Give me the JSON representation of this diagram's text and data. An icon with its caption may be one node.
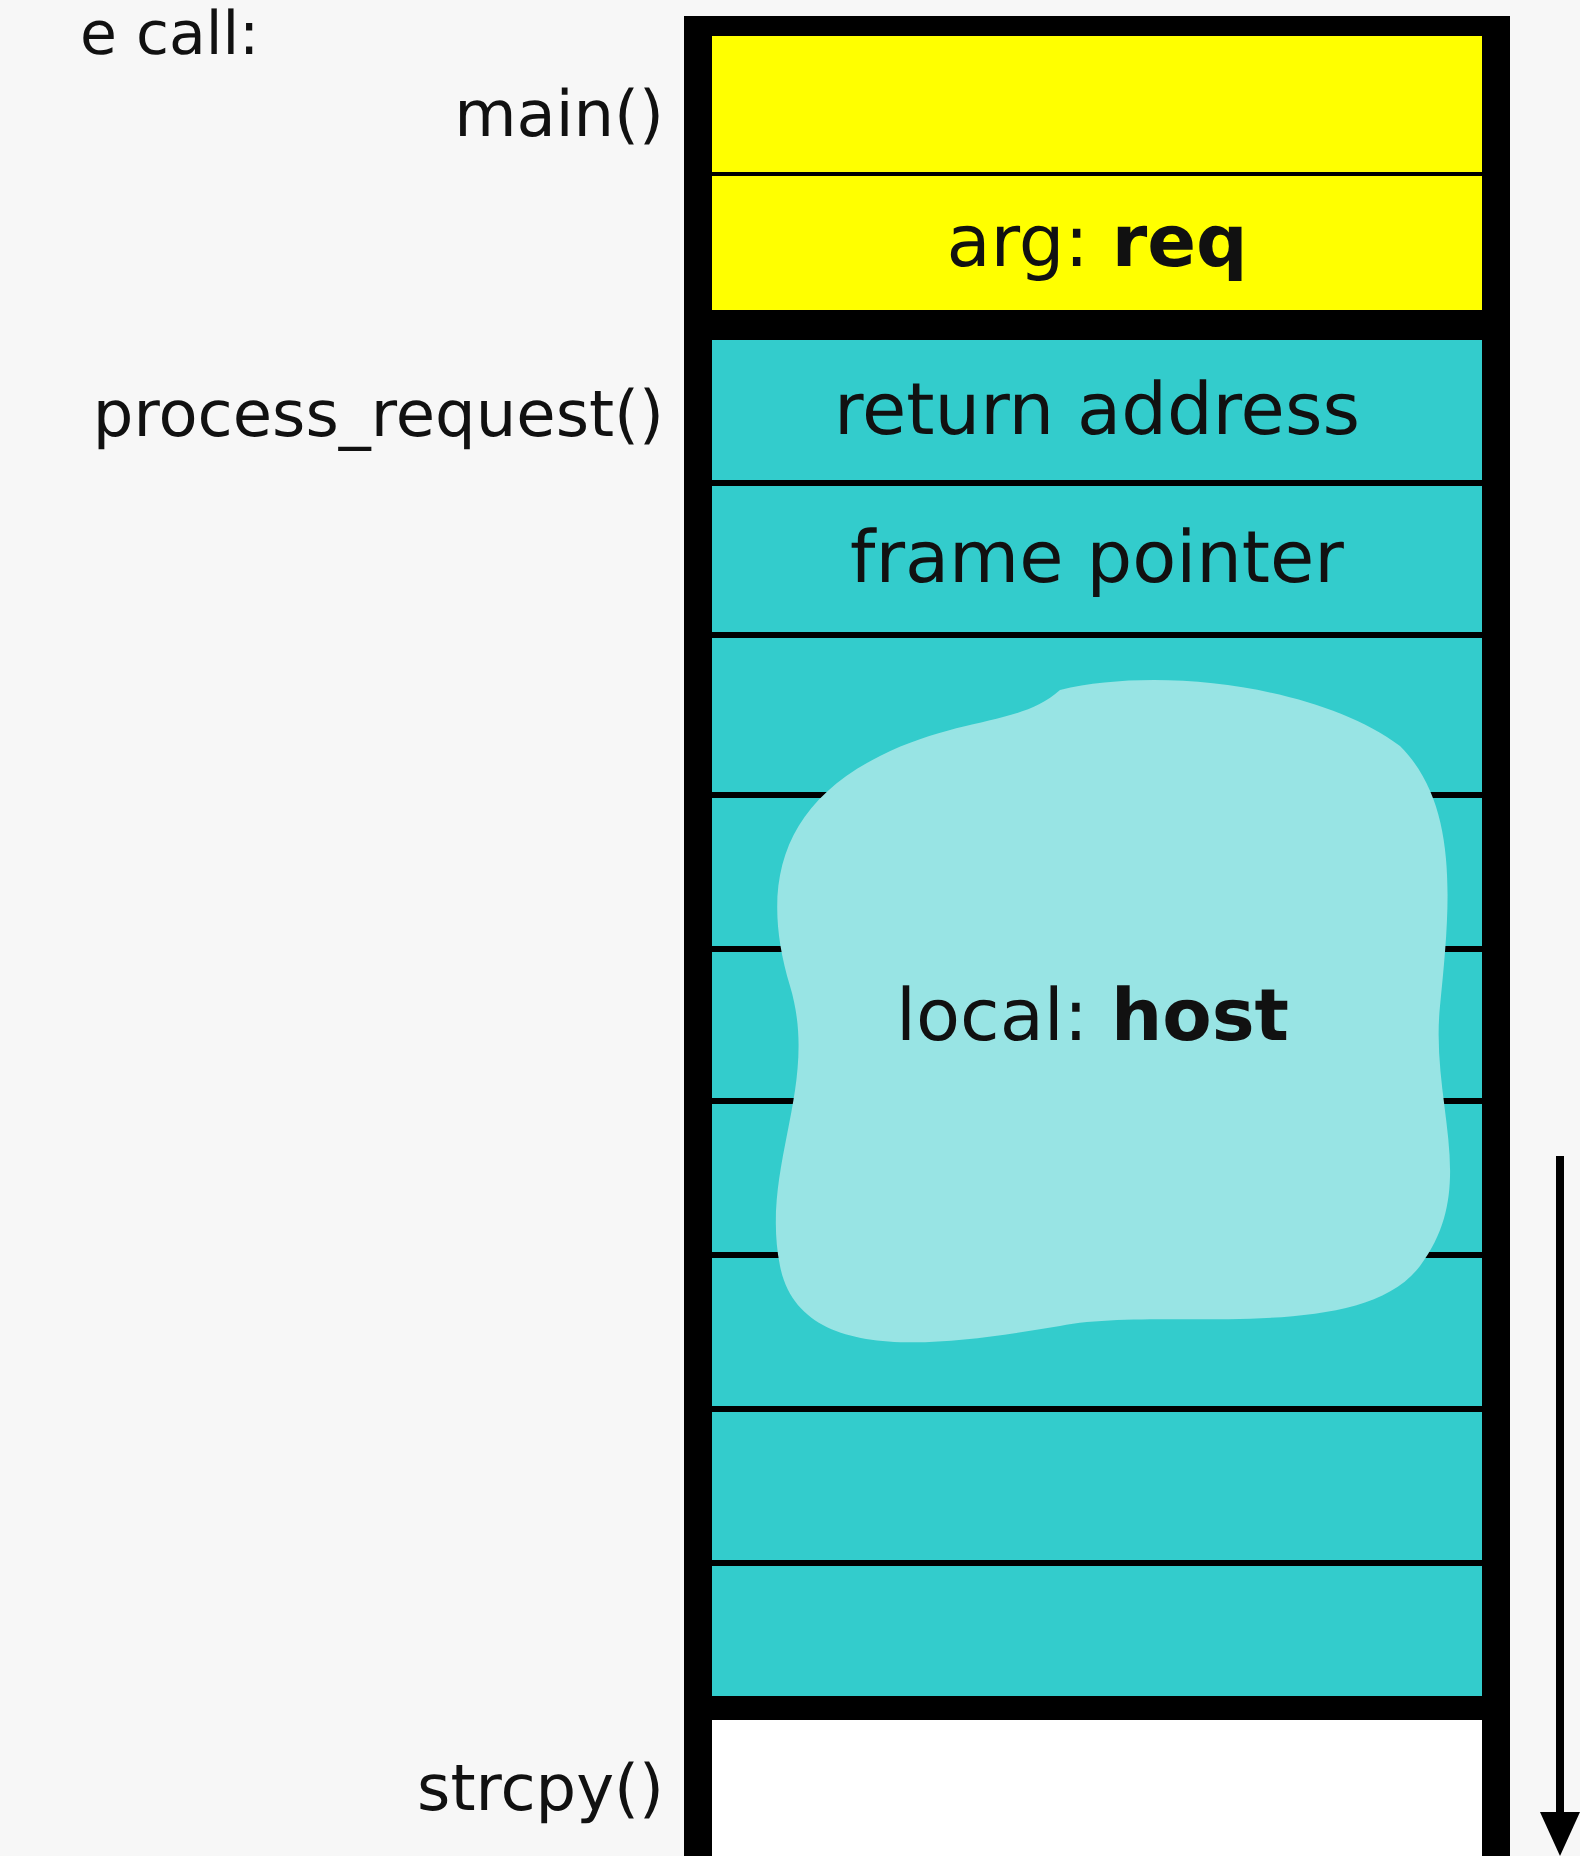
{
  "diagram": {
    "title": "e call:",
    "nodes": [
      {
        "text": [],
        "shape": "box"
      },
      {
        "text": [
          "arg: **req**"
        ]
      },
      {
        "text": [
          "return address"
        ]
      },
      {
        "text": [
          "frame pointer"
        ]
      },
      {
        "text": [],
        "shape": "box"
      },
      {
        "text": [
          "local: **host**"
        ],
        "in": 4
      },
      {
        "text": [],
        "shape": "box"
      }
    ],
    "edges": [],
    "labels": [
      "main()",
      "process_request()",
      "strcpy()"
    ]
  }
}
